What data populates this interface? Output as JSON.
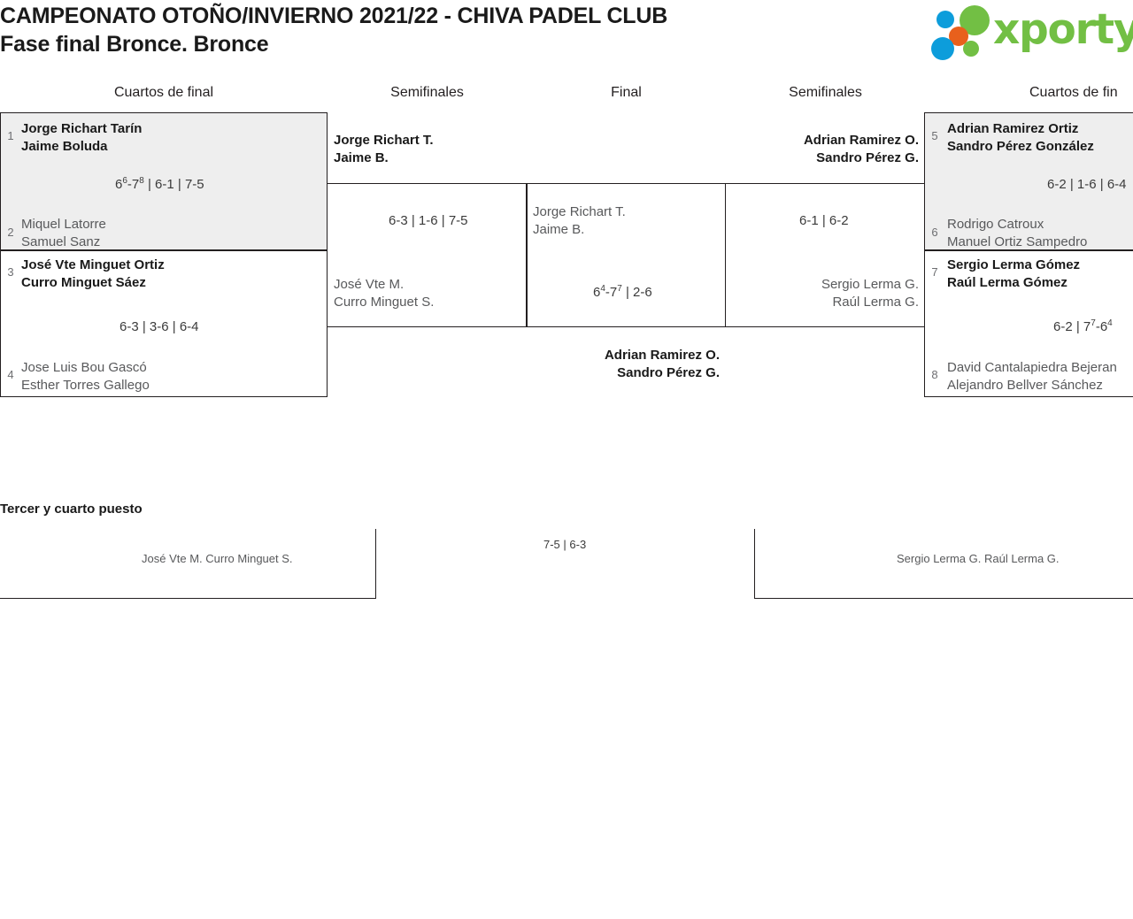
{
  "header": {
    "title_line1": "CAMPEONATO OTOÑO/INVIERNO 2021/22 - CHIVA PADEL CLUB",
    "title_line2": "Fase final Bronce. Bronce",
    "logo_text": "xporty",
    "logo_colors": {
      "green": "#72bf44",
      "blue": "#0d9ddb",
      "orange": "#e8601c"
    }
  },
  "round_headers": {
    "qf_left": "Cuartos de final",
    "sf_left": "Semifinales",
    "final": "Final",
    "sf_right": "Semifinales",
    "qf_right": "Cuartos de fin"
  },
  "quarterfinals_left": [
    {
      "seed_top": "1",
      "team_top_p1": "Jorge Richart Tarín",
      "team_top_p2": "Jaime Boluda",
      "score": "6⁶-7⁸ | 6-1 | 7-5",
      "score_html": "6<sup>6</sup>-7<sup>8</sup> | 6-1 | 7-5",
      "seed_bottom": "2",
      "team_bottom_p1": "Miquel Latorre",
      "team_bottom_p2": "Samuel Sanz",
      "winner": "top"
    },
    {
      "seed_top": "3",
      "team_top_p1": "José Vte Minguet Ortiz",
      "team_top_p2": "Curro Minguet Sáez",
      "score": "6-3 | 3-6 | 6-4",
      "score_html": "6-3 | 3-6 | 6-4",
      "seed_bottom": "4",
      "team_bottom_p1": "Jose Luis Bou Gascó",
      "team_bottom_p2": "Esther Torres Gallego",
      "winner": "top"
    }
  ],
  "semifinal_left": {
    "team_top_p1": "Jorge Richart T.",
    "team_top_p2": "Jaime B.",
    "score": "6-3 | 1-6 | 7-5",
    "team_bottom_p1": "José Vte M.",
    "team_bottom_p2": "Curro Minguet S.",
    "winner": "top"
  },
  "final": {
    "team_left_p1": "Jorge Richart T.",
    "team_left_p2": "Jaime B.",
    "score": "6⁴-7⁷ | 2-6",
    "score_html": "6<sup>4</sup>-7<sup>7</sup> | 2-6",
    "team_right_p1": "Adrian Ramirez O.",
    "team_right_p2": "Sandro Pérez G.",
    "winner": "right"
  },
  "semifinal_right": {
    "team_top_p1": "Adrian Ramirez O.",
    "team_top_p2": "Sandro Pérez G.",
    "score": "6-1 | 6-2",
    "team_bottom_p1": "Sergio Lerma G.",
    "team_bottom_p2": "Raúl Lerma G.",
    "winner": "top"
  },
  "quarterfinals_right": [
    {
      "seed_top": "5",
      "team_top_p1": "Adrian Ramirez Ortiz",
      "team_top_p2": "Sandro Pérez González",
      "score": "6-2 | 1-6 | 6-4",
      "score_html": "6-2 | 1-6 | 6-4",
      "seed_bottom": "6",
      "team_bottom_p1": "Rodrigo Catroux",
      "team_bottom_p2": "Manuel Ortiz Sampedro",
      "winner": "top"
    },
    {
      "seed_top": "7",
      "team_top_p1": "Sergio Lerma Gómez",
      "team_top_p2": "Raúl Lerma Gómez",
      "score": "6-2 | 7⁷-6⁴",
      "score_html": "6-2 | 7<sup>7</sup>-6<sup>4</sup>",
      "seed_bottom": "8",
      "team_bottom_p1": "David Cantalapiedra Bejeran",
      "team_bottom_p2": "Alejandro Bellver Sánchez",
      "winner": "top"
    }
  ],
  "third_place": {
    "title": "Tercer y cuarto puesto",
    "team_left_p1": "José Vte M.",
    "team_left_p2": "Curro Minguet S.",
    "score": "7-5 | 6-3",
    "team_right_p1": "Sergio Lerma G.",
    "team_right_p2": "Raúl Lerma G."
  }
}
